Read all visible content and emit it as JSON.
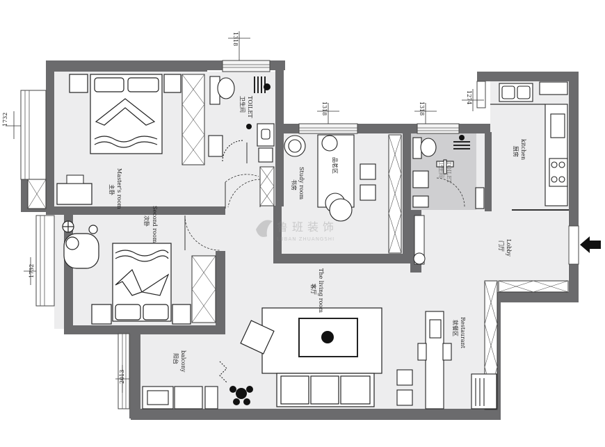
{
  "rooms": {
    "master": {
      "cn": "主卧",
      "en": "Master's room"
    },
    "toilet": {
      "cn": "卫生间",
      "en": "TOILET"
    },
    "study": {
      "cn": "书房",
      "en": "Study room"
    },
    "tea": {
      "cn": "品茗区"
    },
    "toilet2": {
      "cn": "卫生间",
      "en": "TOILET"
    },
    "kitchen": {
      "cn": "厨房",
      "en": "kitchen"
    },
    "second": {
      "cn": "次卧",
      "en": "Second room"
    },
    "lobby": {
      "cn": "门厅",
      "en": "Lobby"
    },
    "living": {
      "cn": "客厅",
      "en": "The living room"
    },
    "restaurant": {
      "cn": "就餐区",
      "en": "Restaurant"
    },
    "balcony": {
      "cn": "阳台",
      "en": "balcony"
    }
  },
  "dimensions": {
    "toilet_top": "1318",
    "study_top": "1318",
    "toilet2_top": "1318",
    "kitchen_top": "1274",
    "master_left": "1732",
    "second_left": "1732",
    "balcony_left": "2013"
  },
  "watermark": {
    "cn": "鲁班装饰",
    "en": "LUBAN ZHUANGSHI"
  }
}
